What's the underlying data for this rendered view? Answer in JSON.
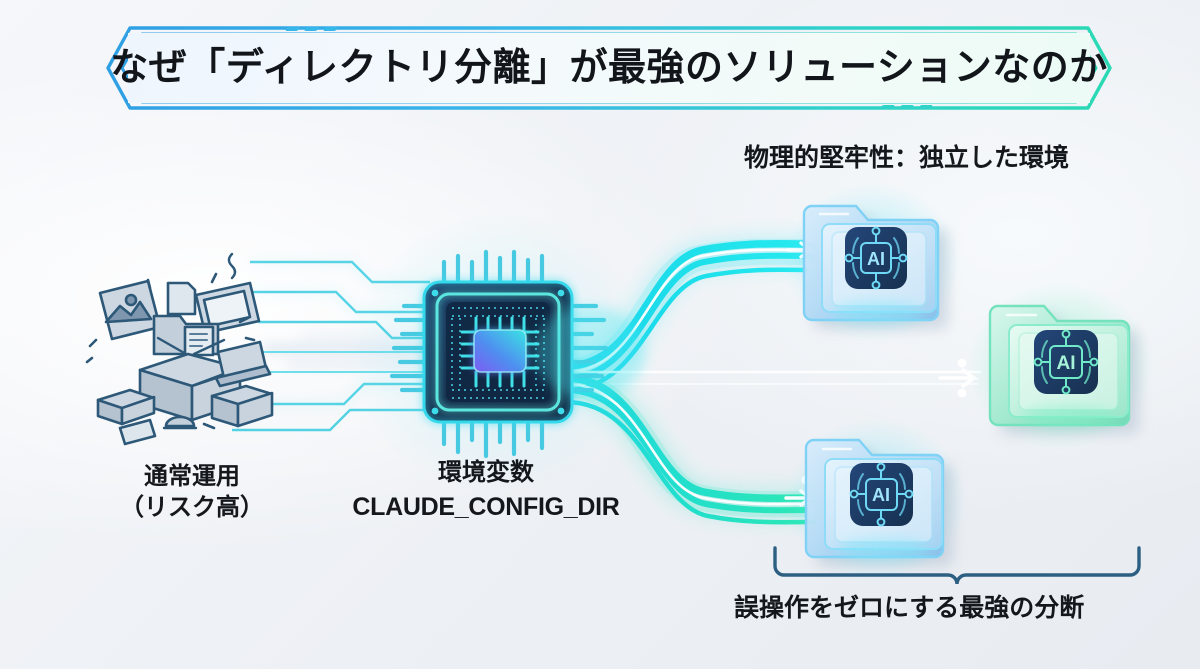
{
  "banner": {
    "title": "なぜ「ディレクトリ分離」が最強のソリューションなのか",
    "frame_color_left": "#35a9e8",
    "frame_color_right": "#2fd3b9"
  },
  "labels": {
    "top_right": "物理的堅牢性：独立した環境",
    "bottom_bracket": "誤操作をゼロにする最強の分断",
    "left_line1": "通常運用",
    "left_line2": "（リスク高）",
    "center_line1": "環境変数",
    "center_code": "CLAUDE_CONFIG_DIR"
  },
  "nodes": {
    "clutter": {
      "name": "messy-file-cluster",
      "stroke": "#2d5878",
      "fill": "#b9c7d4"
    },
    "chip": {
      "name": "cpu-chip",
      "body": "#17304f",
      "glow": "#2ee6f0",
      "core_from": "#7b5cf0",
      "core_to": "#34e3e8"
    },
    "folders": [
      {
        "name": "ai-folder-top",
        "badge": "AI",
        "tone": "#5aa8e8"
      },
      {
        "name": "ai-folder-right",
        "badge": "AI",
        "tone": "#4fd6a8"
      },
      {
        "name": "ai-folder-bottom",
        "badge": "AI",
        "tone": "#5aa8e8"
      }
    ]
  },
  "flows": {
    "upper": {
      "color": "#21dff0",
      "to": "ai-folder-top"
    },
    "middle": {
      "color": "#43e39c",
      "to": "ai-folder-right"
    },
    "lower": {
      "color": "#24e2c4",
      "to": "ai-folder-bottom"
    }
  },
  "bracket": {
    "color": "#2c5f82"
  }
}
